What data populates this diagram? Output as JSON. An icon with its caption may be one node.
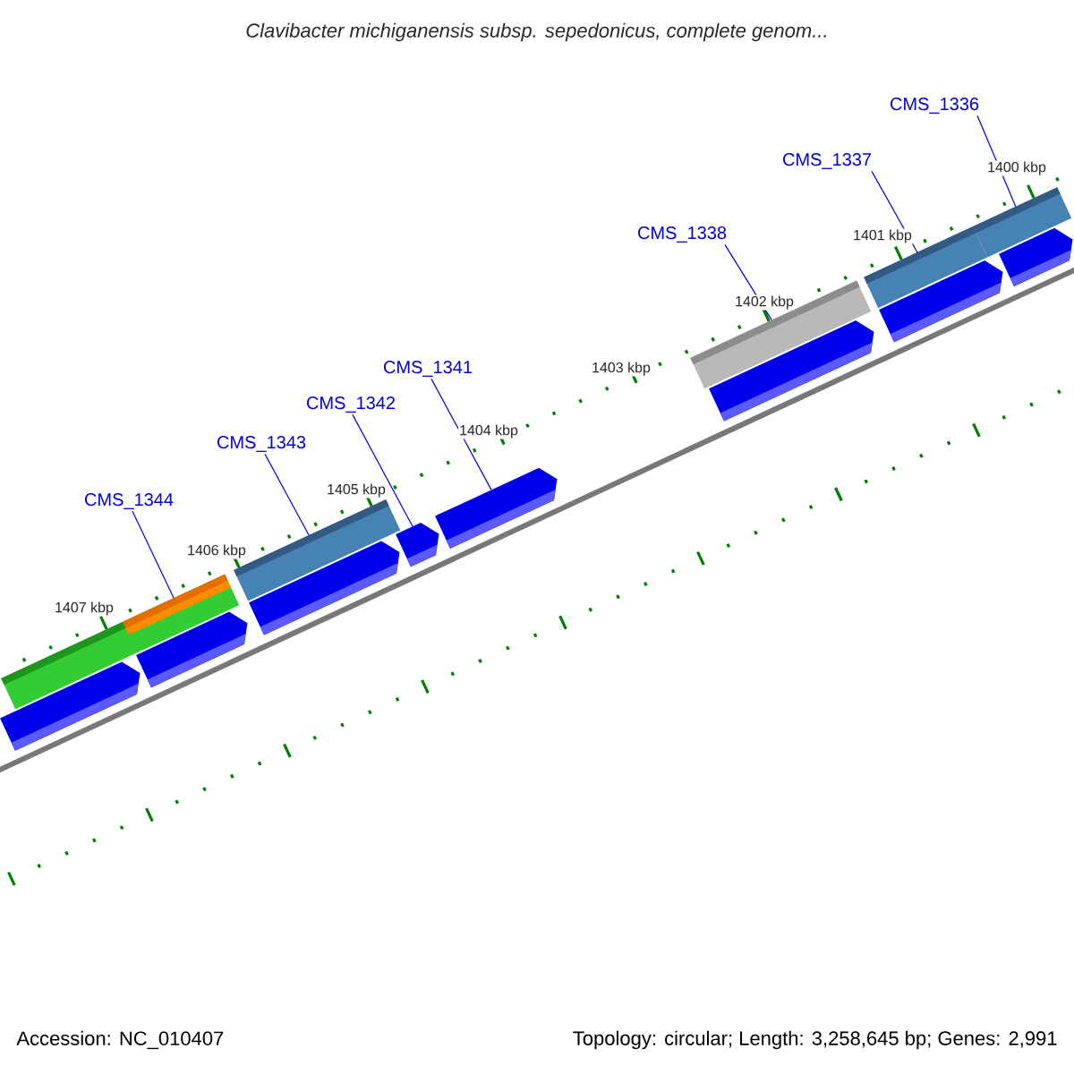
{
  "diagram": {
    "title": "Clavibacter michiganensis subsp. sepedonicus, complete genom...",
    "nodes": [
      {
        "text": [
          "CMS_1336"
        ]
      },
      {
        "text": [
          "CMS_1337"
        ]
      },
      {
        "text": [
          "CMS_1338"
        ]
      },
      {
        "text": [
          "CMS_1341"
        ]
      },
      {
        "text": [
          "CMS_1342"
        ]
      },
      {
        "text": [
          "CMS_1343"
        ]
      },
      {
        "text": [
          "CMS_1344"
        ]
      },
      {
        "text": [],
        "shape": "bar"
      },
      {
        "text": [],
        "shape": "bar",
        "in": 7
      },
      {
        "text": [],
        "shape": "pentagon"
      },
      {
        "text": [],
        "shape": "pentagon"
      },
      {
        "text": [],
        "shape": "bar"
      },
      {
        "text": [],
        "shape": "pentagon"
      },
      {
        "text": [],
        "shape": "pentagon"
      },
      {
        "text": [],
        "shape": "pentagon"
      },
      {
        "text": [],
        "shape": "bar"
      },
      {
        "text": [],
        "shape": "pentagon"
      },
      {
        "text": [],
        "shape": "bar"
      },
      {
        "text": [],
        "shape": "pentagon"
      },
      {
        "text": [],
        "shape": "bar"
      },
      {
        "text": [],
        "shape": "pentagon"
      }
    ],
    "edges": [
      {
        "from": 0,
        "to": 19,
        "arrow": "none"
      },
      {
        "from": 1,
        "to": 17,
        "arrow": "none"
      },
      {
        "from": 2,
        "to": 15,
        "arrow": "none"
      },
      {
        "from": 3,
        "to": 14,
        "arrow": "none"
      },
      {
        "from": 4,
        "to": 13,
        "arrow": "none"
      },
      {
        "from": 5,
        "to": 11,
        "arrow": "none"
      },
      {
        "from": 6,
        "to": 8,
        "arrow": "none"
      }
    ],
    "labels": [
      "1400 kbp",
      "1401 kbp",
      "1402 kbp",
      "1403 kbp",
      "1404 kbp",
      "1405 kbp",
      "1406 kbp",
      "1407 kbp",
      "Accession: NC_010407",
      "Topology: circular; Length: 3,258,645 bp; Genes: 2,991"
    ]
  }
}
